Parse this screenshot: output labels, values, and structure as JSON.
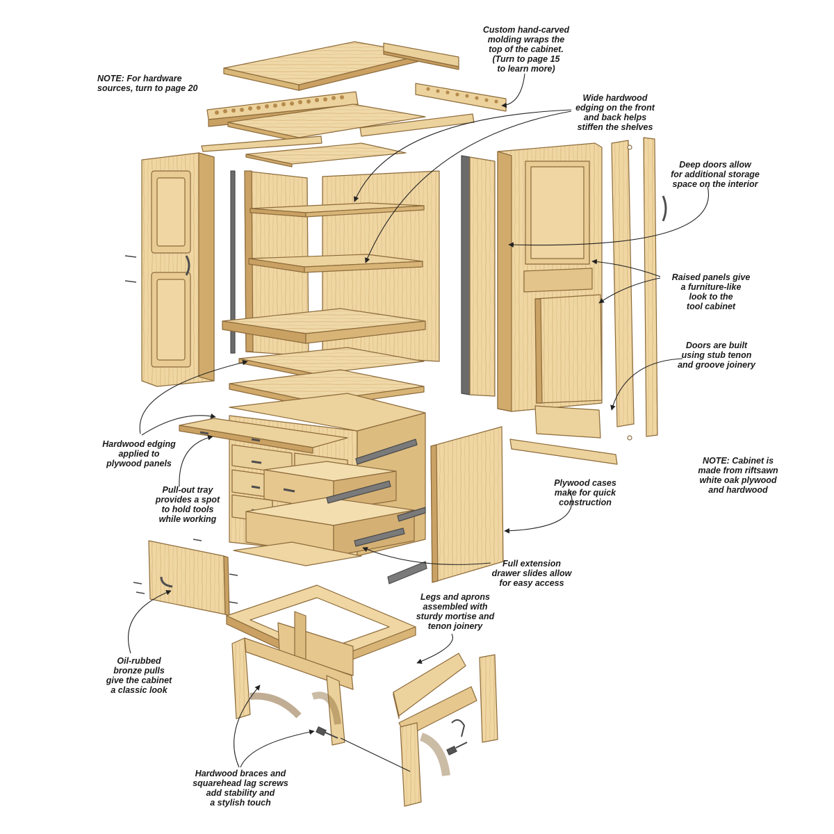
{
  "colors": {
    "wood_light": "#f1dcaa",
    "wood_mid": "#e2c286",
    "wood_dark": "#c9a466",
    "edge": "#8c6a3a",
    "hardware": "#5a5a5a",
    "leader": "#222222"
  },
  "callouts": [
    {
      "id": "hardware-note",
      "text": "NOTE: For hardware\nsources, turn to page 20"
    },
    {
      "id": "molding",
      "text": "Custom hand-carved\nmolding wraps the\ntop of the cabinet.\n(Turn to page 15\nto learn more)"
    },
    {
      "id": "hardwood-edging-shelves",
      "text": "Wide hardwood\nedging on the front\nand back helps\nstiffen the shelves"
    },
    {
      "id": "deep-doors",
      "text": "Deep doors allow\nfor additional storage\nspace on the interior"
    },
    {
      "id": "raised-panels",
      "text": "Raised panels give\na furniture-like\nlook to the\ntool cabinet"
    },
    {
      "id": "stub-tenon",
      "text": "Doors are built\nusing stub tenon\nand groove joinery"
    },
    {
      "id": "edging-plywood",
      "text": "Hardwood edging\napplied to\nplywood panels"
    },
    {
      "id": "pullout-tray",
      "text": "Pull-out tray\nprovides a spot\nto hold tools\nwhile working"
    },
    {
      "id": "cabinet-note",
      "text": "NOTE: Cabinet is\nmade from riftsawn\nwhite oak plywood\nand hardwood"
    },
    {
      "id": "plywood-cases",
      "text": "Plywood cases\nmake for quick\nconstruction"
    },
    {
      "id": "drawer-slides",
      "text": "Full extension\ndrawer slides allow\nfor easy access"
    },
    {
      "id": "legs-aprons",
      "text": "Legs and aprons\nassembled with\nsturdy mortise and\ntenon joinery"
    },
    {
      "id": "bronze-pulls",
      "text": "Oil-rubbed\nbronze pulls\ngive the cabinet\na classic look"
    },
    {
      "id": "braces",
      "text": "Hardwood braces and\nsquarehead lag screws\nadd stability and\na stylish touch"
    }
  ]
}
